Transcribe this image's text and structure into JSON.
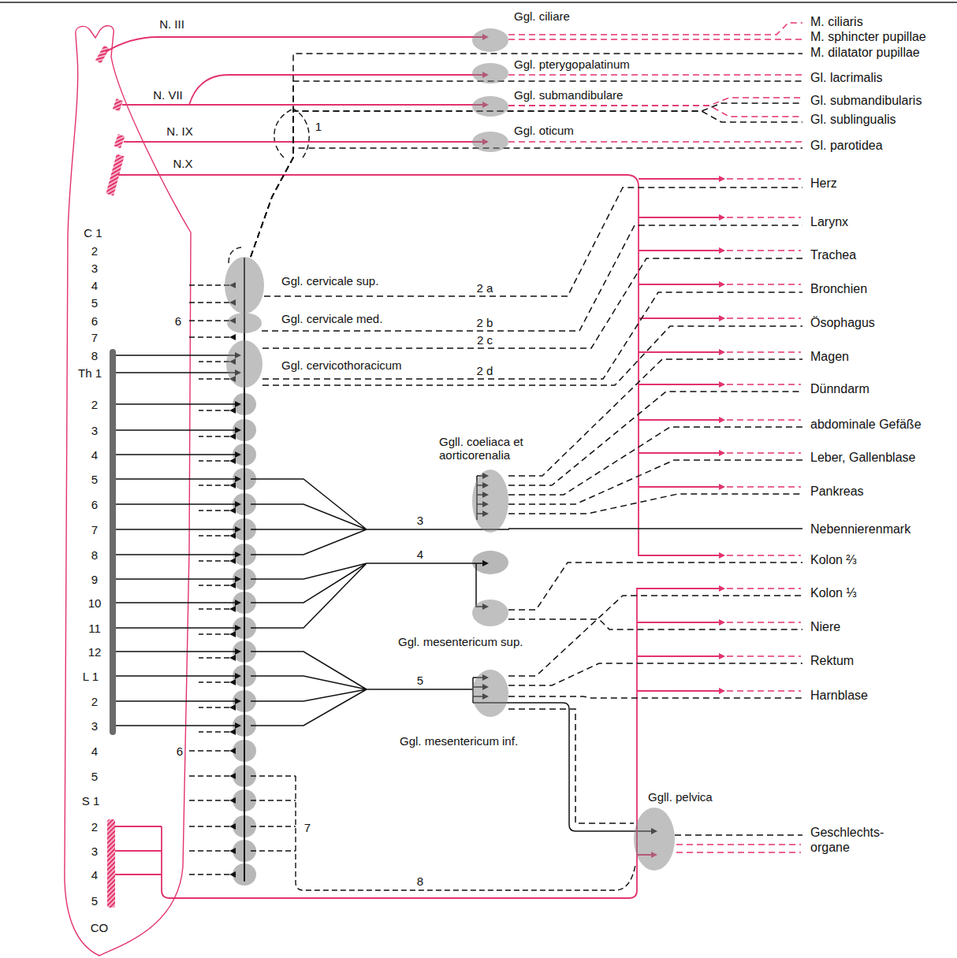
{
  "diagram": {
    "nodes": [
      {
        "text": [
          "Ggl. ciliare"
        ]
      },
      {
        "text": [
          "M. ciliaris"
        ]
      },
      {
        "text": [
          "M. sphincter pupillae"
        ]
      },
      {
        "text": [
          "M. dilatator pupillae"
        ]
      },
      {
        "text": [
          "Ggl. pterygopalatinum"
        ]
      },
      {
        "text": [
          "Gl. lacrimalis"
        ]
      },
      {
        "text": [
          "Ggl. submandibulare"
        ]
      },
      {
        "text": [
          "Gl. submandibularis"
        ]
      },
      {
        "text": [
          "Gl. sublingualis"
        ]
      },
      {
        "text": [
          "Ggl. oticum"
        ]
      },
      {
        "text": [
          "Gl. parotidea"
        ]
      },
      {
        "text": [
          "Herz"
        ]
      },
      {
        "text": [
          "Larynx"
        ]
      },
      {
        "text": [
          "Trachea"
        ]
      },
      {
        "text": [
          "Ggl. cervicale sup."
        ]
      },
      {
        "text": [
          "Bronchien"
        ]
      },
      {
        "text": [
          "Ggl. cervicale med."
        ]
      },
      {
        "text": [
          "Ösophagus"
        ]
      },
      {
        "text": [
          "Magen"
        ]
      },
      {
        "text": [
          "Ggl. cervicothoracicum"
        ]
      },
      {
        "text": [
          "Dünndarm"
        ]
      },
      {
        "text": [
          "abdominale Gefäße"
        ]
      },
      {
        "text": [
          "Ggll. coeliaca et aorticorenalia"
        ]
      },
      {
        "text": [
          "Leber, Gallenblase"
        ]
      },
      {
        "text": [
          "Pankreas"
        ]
      },
      {
        "text": [
          "Nebennierenmark"
        ]
      },
      {
        "text": [
          "Kolon ⅔"
        ]
      },
      {
        "text": [
          "Kolon ⅓"
        ]
      },
      {
        "text": [
          "Ggl. mesentericum sup."
        ]
      },
      {
        "text": [
          "Niere"
        ]
      },
      {
        "text": [
          "Rektum"
        ]
      },
      {
        "text": [
          "Harnblase"
        ]
      },
      {
        "text": [
          "Ggl. mesentericum inf."
        ]
      },
      {
        "text": [
          "Ggll. pelvica"
        ]
      },
      {
        "text": [
          "Geschlechts- organe"
        ]
      }
    ],
    "edges": [
      {
        "from": 0,
        "to": 1,
        "arrow": "none"
      },
      {
        "from": 0,
        "to": 2,
        "arrow": "none"
      },
      {
        "from": 14,
        "to": 3,
        "arrow": "none"
      },
      {
        "from": 4,
        "to": 5,
        "arrow": "none"
      },
      {
        "from": 14,
        "to": 5,
        "arrow": "none"
      },
      {
        "from": 6,
        "to": 7,
        "arrow": "none"
      },
      {
        "from": 6,
        "to": 8,
        "arrow": "none"
      },
      {
        "from": 14,
        "to": 7,
        "arrow": "none"
      },
      {
        "from": 14,
        "to": 8,
        "arrow": "none"
      },
      {
        "from": 9,
        "to": 10,
        "arrow": "none"
      },
      {
        "from": 14,
        "to": 10,
        "arrow": "none"
      },
      {
        "from": 14,
        "to": 11,
        "label": "2 a",
        "arrow": "none"
      },
      {
        "from": 16,
        "to": 12,
        "label": "2 b",
        "arrow": "none"
      },
      {
        "from": 19,
        "to": 13,
        "label": "2 c",
        "arrow": "none"
      },
      {
        "from": 19,
        "to": 15,
        "label": "2 d",
        "arrow": "none"
      },
      {
        "from": 19,
        "to": 17,
        "arrow": "none"
      },
      {
        "from": 22,
        "to": 18,
        "arrow": "none"
      },
      {
        "from": 22,
        "to": 20,
        "arrow": "none"
      },
      {
        "from": 22,
        "to": 21,
        "arrow": "none"
      },
      {
        "from": 22,
        "to": 23,
        "arrow": "none"
      },
      {
        "from": 22,
        "to": 24,
        "arrow": "none"
      },
      {
        "from": 22,
        "to": 25,
        "arrow": "none"
      },
      {
        "from": 28,
        "to": 26,
        "arrow": "none"
      },
      {
        "from": 28,
        "to": 29,
        "arrow": "none"
      },
      {
        "from": 32,
        "to": 27,
        "arrow": "none"
      },
      {
        "from": 32,
        "to": 30,
        "arrow": "none"
      },
      {
        "from": 32,
        "to": 31,
        "arrow": "none"
      },
      {
        "from": 32,
        "to": 33,
        "arrow": "none"
      },
      {
        "from": 33,
        "to": 34,
        "arrow": "none"
      }
    ],
    "labels": [
      "N. III",
      "N. VII",
      "1",
      "N. IX",
      "N.X",
      "C 1",
      "2",
      "3",
      "4",
      "5",
      "6",
      "7",
      "8",
      "Th 1",
      "2",
      "3",
      "4",
      "5",
      "6",
      "7",
      "8",
      "9",
      "10",
      "11",
      "12",
      "L 1",
      "2",
      "3",
      "4",
      "5",
      "S 1",
      "2",
      "3",
      "4",
      "5",
      "CO",
      "6",
      "3",
      "4",
      "5",
      "6",
      "7",
      "8"
    ]
  }
}
